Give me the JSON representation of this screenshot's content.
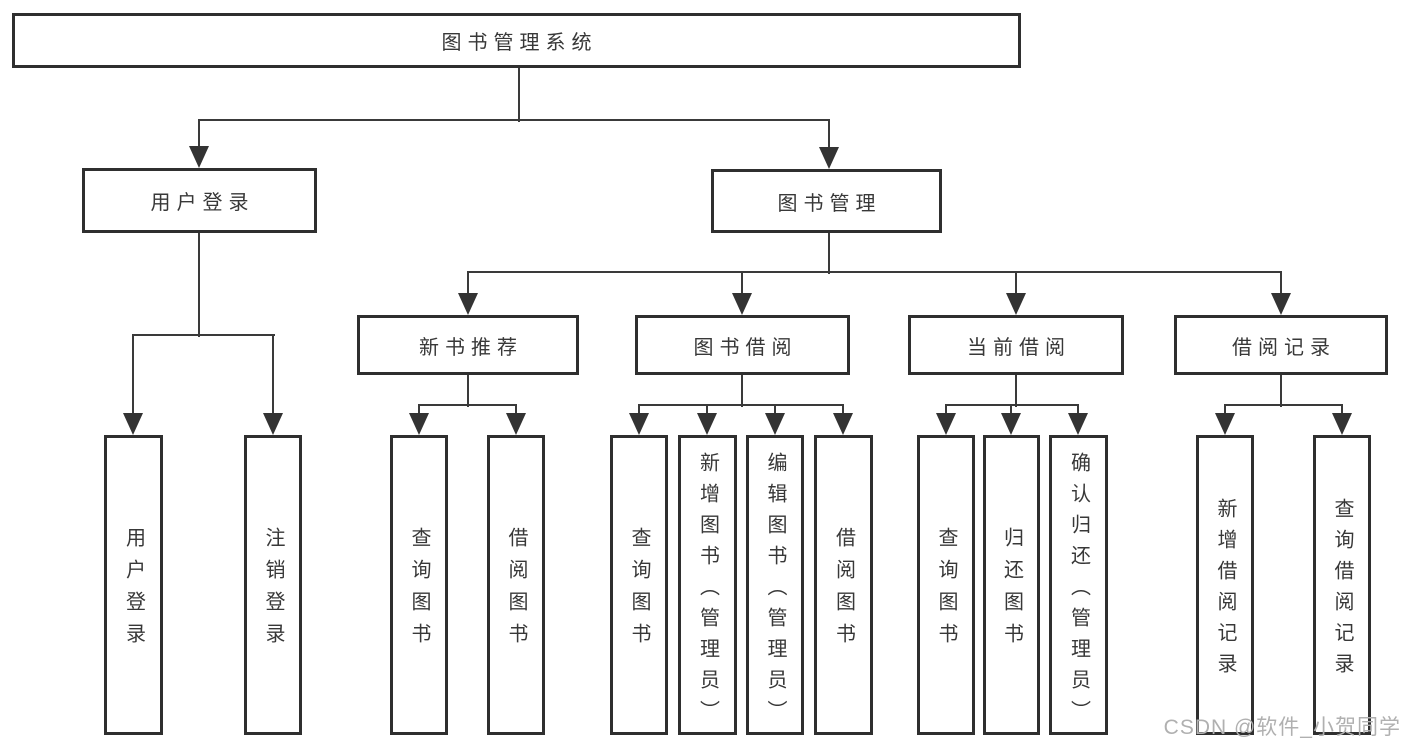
{
  "tree": {
    "label": "图书管理系统",
    "children": [
      {
        "label": "用户登录",
        "children": [
          {
            "label": "用户登录"
          },
          {
            "label": "注销登录"
          }
        ]
      },
      {
        "label": "图书管理",
        "children": [
          {
            "label": "新书推荐",
            "children": [
              {
                "label": "查询图书"
              },
              {
                "label": "借阅图书"
              }
            ]
          },
          {
            "label": "图书借阅",
            "children": [
              {
                "label": "查询图书"
              },
              {
                "label": "新增图书（管理员）"
              },
              {
                "label": "编辑图书（管理员）"
              },
              {
                "label": "借阅图书"
              }
            ]
          },
          {
            "label": "当前借阅",
            "children": [
              {
                "label": "查询图书"
              },
              {
                "label": "归还图书"
              },
              {
                "label": "确认归还（管理员）"
              }
            ]
          },
          {
            "label": "借阅记录",
            "children": [
              {
                "label": "新增借阅记录"
              },
              {
                "label": "查询借阅记录"
              }
            ]
          }
        ]
      }
    ]
  },
  "watermark": "CSDN @软件_小贺同学",
  "colors": {
    "line": "#3a3a3a",
    "box_border": "#2f2f2f",
    "text": "#383838",
    "watermark": "#b0b0b0",
    "background": "#ffffff"
  }
}
